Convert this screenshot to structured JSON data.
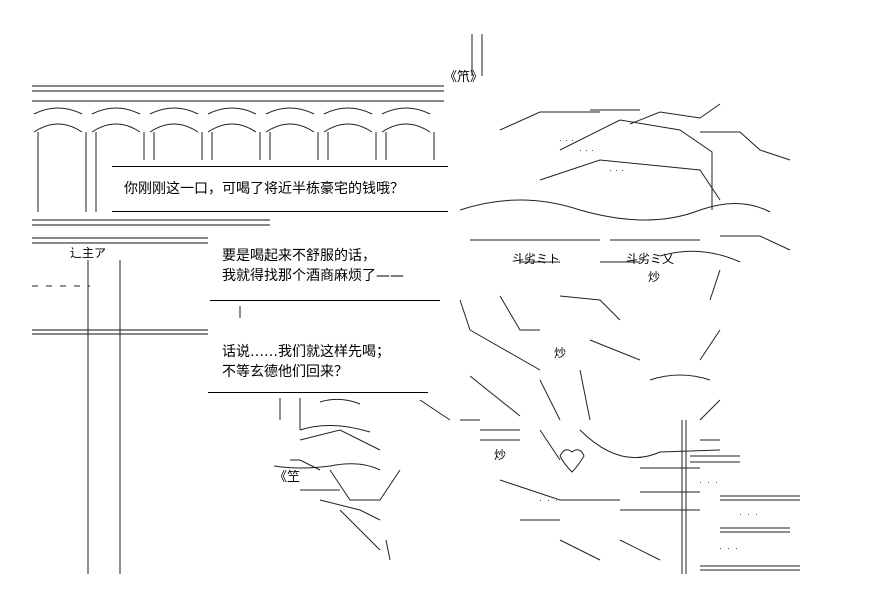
{
  "sign": {
    "label": "《笊》"
  },
  "bubbles": [
    {
      "lines": [
        "你刚刚这一口，可喝了将近半栋豪宅的钱哦？"
      ]
    },
    {
      "lines": [
        "要是喝起来不舒服的话，",
        "我就得找那个酒商麻烦了——"
      ]
    },
    {
      "lines": [
        "话说……我们就这样先喝；",
        "不等玄德他们回来？"
      ]
    }
  ],
  "labels": {
    "zhuzhu_left": "辶主ア",
    "chao_1": "炒",
    "chao_2": "炒",
    "chao_3": "炒",
    "zhu_lower": "《笁",
    "dou_1": "斗劣ミト",
    "dou_2": "斗劣ミ乂"
  }
}
